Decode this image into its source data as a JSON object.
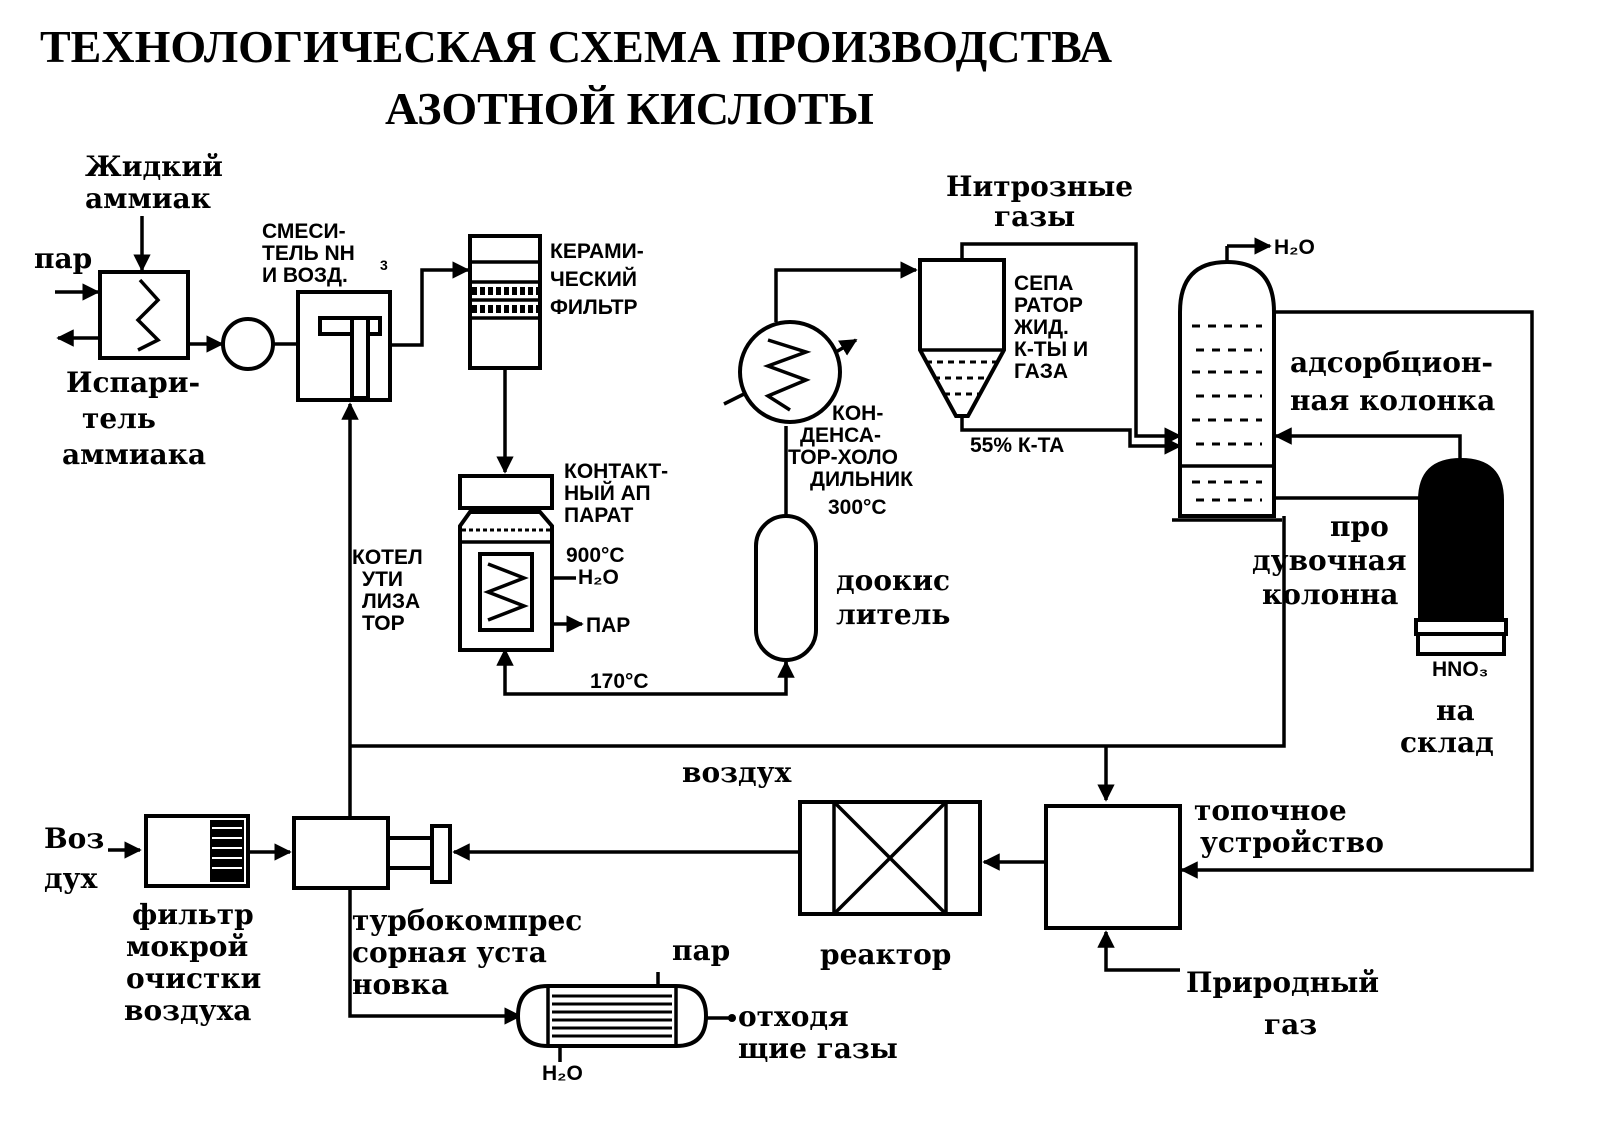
{
  "title": {
    "line1": "ТЕХНОЛОГИЧЕСКАЯ СХЕМА ПРОИЗВОДСТВА",
    "line2": "АЗОТНОЙ   КИСЛОТЫ"
  },
  "labels": {
    "liquid_ammonia": [
      "Жидкий",
      "аммиак"
    ],
    "steam_in": "пар",
    "evaporator": [
      "Испари-",
      "тель",
      "аммиака"
    ],
    "mixer": [
      "СМЕСИ-",
      "ТЕЛЬ NH",
      "И ВОЗД."
    ],
    "mixer_sub": "3",
    "ceramic_filter": [
      "КЕРАМИ-",
      "ЧЕСКИЙ",
      "ФИЛЬТР"
    ],
    "contact_apparatus": [
      "КОНТАКТ-",
      "НЫЙ АП",
      "ПАРАТ"
    ],
    "temp_900": "900°С",
    "water_in": "H₂O",
    "steam_out": "ПАР",
    "waste_boiler": [
      "КОТЕЛ",
      "УТИ",
      "ЛИЗА",
      "ТОР"
    ],
    "temp_170": "170°С",
    "condenser": [
      "КОН-",
      "ДЕНСА-",
      "ТОР-ХОЛО",
      "ДИЛЬНИК"
    ],
    "temp_300": "300°С",
    "nitrous_gases": [
      "Нитрозные",
      "газы"
    ],
    "separator": [
      "СЕПА",
      "РАТОР",
      "ЖИД.",
      "К-ТЫ И",
      "ГАЗА"
    ],
    "acid_55": "55% К-ТА",
    "water_top": "H₂O",
    "absorption_column": [
      "адсорбцион-",
      "ная колонка"
    ],
    "blowing_column": [
      "про",
      "дувочная",
      "колонна"
    ],
    "hno3": "HNO₃",
    "to_warehouse": [
      "на",
      "склад"
    ],
    "oxidizer": [
      "доокис",
      "литель"
    ],
    "air_line": "воздух",
    "air_in": [
      "Воз",
      "дух"
    ],
    "wet_filter": [
      "фильтр",
      "мокрой",
      "очистки",
      "воздуха"
    ],
    "turbocompressor": [
      "турбокомпрес",
      "сорная уста",
      "новка"
    ],
    "steam_bottom": "пар",
    "water_bottom": "H₂O",
    "exhaust": [
      "отходя",
      "щие газы"
    ],
    "reactor": "реактор",
    "furnace": [
      "топочное",
      "устройство"
    ],
    "natural_gas": [
      "Природный",
      "газ"
    ]
  },
  "colors": {
    "ink": "#000000",
    "paper": "#ffffff"
  }
}
